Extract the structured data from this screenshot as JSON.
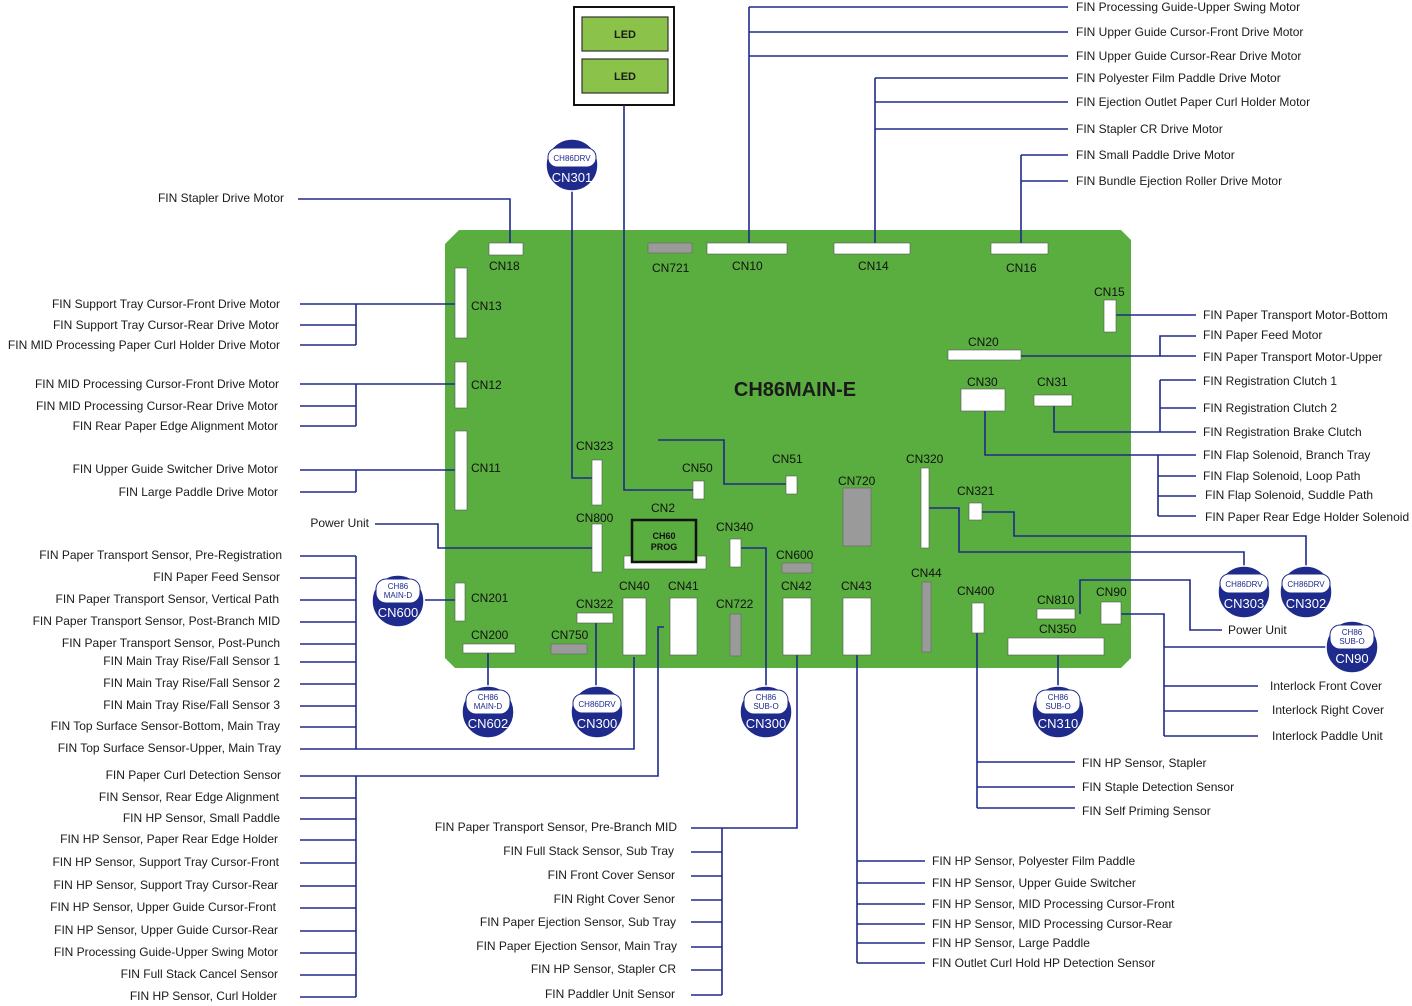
{
  "board": {
    "title": "CH86MAIN-E"
  },
  "leds": [
    "LED",
    "LED"
  ],
  "chip": {
    "line1": "CH60",
    "line2": "PROG"
  },
  "connectors": {
    "cn18": "CN18",
    "cn721": "CN721",
    "cn10": "CN10",
    "cn14": "CN14",
    "cn16": "CN16",
    "cn13": "CN13",
    "cn12": "CN12",
    "cn11": "CN11",
    "cn15": "CN15",
    "cn20": "CN20",
    "cn30": "CN30",
    "cn31": "CN31",
    "cn323": "CN323",
    "cn50": "CN50",
    "cn51": "CN51",
    "cn720": "CN720",
    "cn320": "CN320",
    "cn321": "CN321",
    "cn2": "CN2",
    "cn800": "CN800",
    "cn340": "CN340",
    "cn600": "CN600",
    "cn44": "CN44",
    "cn201": "CN201",
    "cn40": "CN40",
    "cn41": "CN41",
    "cn42": "CN42",
    "cn43": "CN43",
    "cn322": "CN322",
    "cn722": "CN722",
    "cn400": "CN400",
    "cn810": "CN810",
    "cn90": "CN90",
    "cn200": "CN200",
    "cn750": "CN750",
    "cn350": "CN350"
  },
  "badges": {
    "cn301": {
      "top": "CH86DRV",
      "bottom": "CN301"
    },
    "cn600": {
      "top1": "CH86",
      "top2": "MAIN-D",
      "bottom": "CN600"
    },
    "cn602": {
      "top1": "CH86",
      "top2": "MAIN-D",
      "bottom": "CN602"
    },
    "cn300drv": {
      "top": "CH86DRV",
      "bottom": "CN300"
    },
    "cn300sub": {
      "top1": "CH86",
      "top2": "SUB-O",
      "bottom": "CN300"
    },
    "cn310": {
      "top1": "CH86",
      "top2": "SUB-O",
      "bottom": "CN310"
    },
    "cn303": {
      "top": "CH86DRV",
      "bottom": "CN303"
    },
    "cn302": {
      "top": "CH86DRV",
      "bottom": "CN302"
    },
    "cn90": {
      "top1": "CH86",
      "top2": "SUB-O",
      "bottom": "CN90"
    }
  },
  "labels": {
    "top_right": [
      "FIN Processing Guide-Upper Swing Motor",
      "FIN Upper Guide Cursor-Front Drive Motor",
      "FIN Upper Guide Cursor-Rear Drive Motor",
      "FIN Polyester Film Paddle Drive Motor",
      "FIN Ejection Outlet Paper Curl Holder Motor",
      "FIN Stapler CR Drive Motor",
      "FIN Small Paddle Drive Motor",
      "FIN Bundle Ejection Roller Drive Motor"
    ],
    "stapler_drive_motor": "FIN Stapler Drive Motor",
    "left_cn13": [
      "FIN Support Tray Cursor-Front Drive Motor",
      "FIN Support Tray Cursor-Rear Drive Motor",
      "FIN MID Processing Paper Curl Holder Drive Motor"
    ],
    "left_cn12": [
      "FIN MID Processing Cursor-Front Drive Motor",
      "FIN MID Processing Cursor-Rear Drive Motor",
      "FIN Rear Paper Edge Alignment Motor"
    ],
    "left_cn11": [
      "FIN Upper Guide Switcher Drive Motor",
      "FIN Large Paddle Drive Motor"
    ],
    "power_unit_left": "Power Unit",
    "left_cn40": [
      "FIN Paper Transport Sensor, Pre-Registration",
      "FIN Paper Feed Sensor",
      "FIN Paper Transport Sensor, Vertical Path",
      "FIN Paper Transport Sensor, Post-Branch MID",
      "FIN Paper Transport Sensor, Post-Punch",
      "FIN Main Tray Rise/Fall Sensor 1",
      "FIN Main Tray Rise/Fall Sensor 2",
      "FIN Main Tray Rise/Fall Sensor 3",
      "FIN Top Surface Sensor-Bottom, Main Tray",
      "FIN Top Surface Sensor-Upper, Main Tray"
    ],
    "left_cn41": [
      "FIN Paper Curl Detection Sensor",
      "FIN Sensor, Rear Edge Alignment",
      "FIN HP Sensor, Small Paddle",
      "FIN HP Sensor, Paper Rear Edge Holder",
      "FIN HP Sensor, Support Tray Cursor-Front",
      "FIN HP Sensor, Support Tray Cursor-Rear",
      "FIN HP Sensor, Upper Guide Cursor-Front",
      "FIN HP Sensor, Upper Guide Cursor-Rear",
      "FIN Processing Guide-Upper Swing Motor",
      "FIN Full Stack Cancel Sensor",
      "FIN HP Sensor, Curl Holder"
    ],
    "mid_cn42": [
      "FIN Paper Transport Sensor, Pre-Branch MID",
      "FIN Full Stack Sensor, Sub Tray",
      "FIN Front Cover Sensor",
      "FIN Right Cover Senor",
      "FIN Paper Ejection Sensor, Sub Tray",
      "FIN Paper Ejection Sensor, Main Tray",
      "FIN HP Sensor, Stapler CR",
      "FIN Paddler Unit Sensor"
    ],
    "right_cn43": [
      "FIN HP Sensor, Polyester Film Paddle",
      "FIN HP Sensor, Upper Guide Switcher",
      "FIN HP Sensor, MID Processing Cursor-Front",
      "FIN HP Sensor, MID Processing Cursor-Rear",
      "FIN HP Sensor, Large Paddle",
      "FIN Outlet Curl Hold HP Detection Sensor"
    ],
    "right_cn400": [
      "FIN HP Sensor, Stapler",
      "FIN Staple Detection Sensor",
      "FIN Self Priming Sensor"
    ],
    "right_cn15": "FIN Paper Transport Motor-Bottom",
    "right_cn20": [
      "FIN Paper Feed Motor",
      "FIN Paper Transport Motor-Upper"
    ],
    "right_cn31": [
      "FIN Registration Clutch 1",
      "FIN Registration Clutch 2",
      "FIN Registration Brake Clutch"
    ],
    "right_cn30": [
      "FIN Flap Solenoid, Branch Tray",
      "FIN Flap Solenoid, Loop Path",
      "FIN Flap Solenoid, Suddle Path",
      "FIN Paper Rear Edge Holder Solenoid"
    ],
    "power_unit_right": "Power Unit",
    "right_cn90": [
      "Interlock Front Cover",
      "Interlock Right Cover",
      "Interlock Paddle Unit"
    ]
  }
}
